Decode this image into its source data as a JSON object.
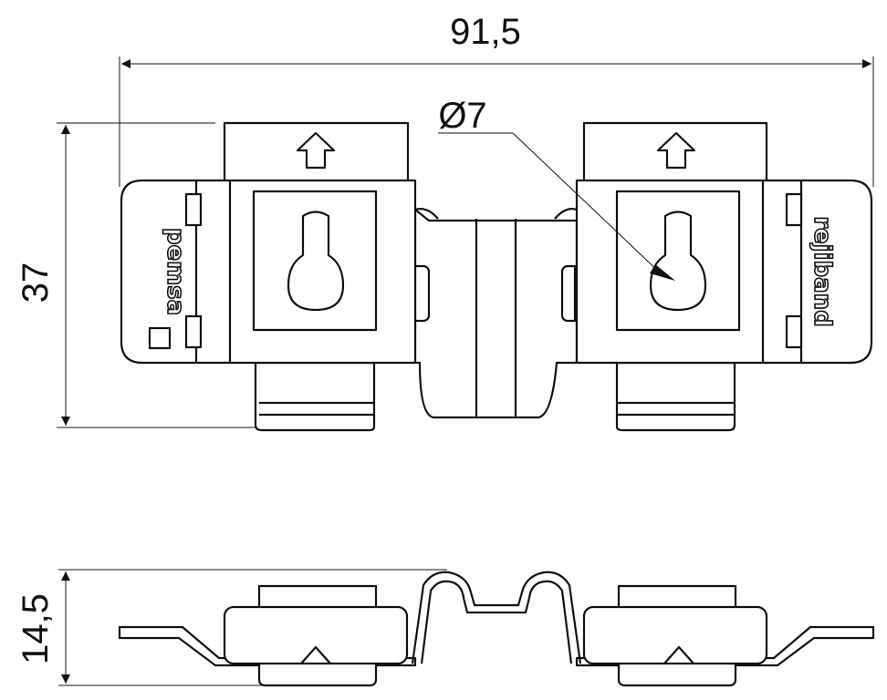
{
  "dimensions": {
    "width": "91,5",
    "height": "37",
    "hole_diameter": "Ø7",
    "side_height": "14,5"
  },
  "logos": {
    "left": "pemsa",
    "right": "rejiband"
  }
}
